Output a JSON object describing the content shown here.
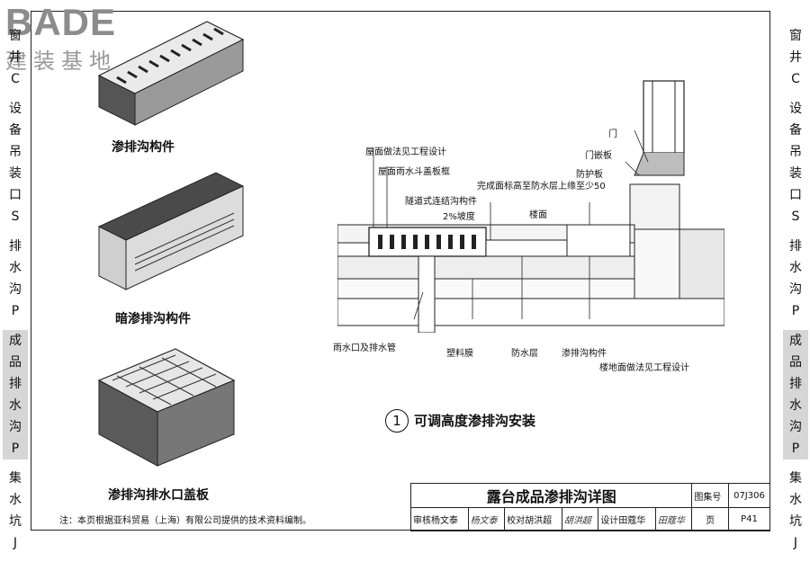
{
  "logo": {
    "brand": "BADE",
    "brand_cn": "建装基地"
  },
  "left_tabs": [
    {
      "chars": [
        "窗",
        "井",
        "C"
      ],
      "active": false
    },
    {
      "chars": [
        "设",
        "备",
        "吊",
        "装",
        "口",
        "S"
      ],
      "active": false
    },
    {
      "chars": [
        "排",
        "水",
        "沟",
        "P"
      ],
      "active": false
    },
    {
      "chars": [
        "成",
        "品",
        "排",
        "水",
        "沟",
        "P"
      ],
      "active": true
    },
    {
      "chars": [
        "集",
        "水",
        "坑",
        "J"
      ],
      "active": false
    }
  ],
  "right_tabs": [
    {
      "chars": [
        "窗",
        "井",
        "C"
      ],
      "active": false
    },
    {
      "chars": [
        "设",
        "备",
        "吊",
        "装",
        "口",
        "S"
      ],
      "active": false
    },
    {
      "chars": [
        "排",
        "水",
        "沟",
        "P"
      ],
      "active": false
    },
    {
      "chars": [
        "成",
        "品",
        "排",
        "水",
        "沟",
        "P"
      ],
      "active": true
    },
    {
      "chars": [
        "集",
        "水",
        "坑",
        "J"
      ],
      "active": false
    }
  ],
  "components": {
    "seepage_channel": "渗排沟构件",
    "concealed_channel": "暗渗排沟构件",
    "outlet_cover": "渗排沟排水口盖板"
  },
  "callouts": {
    "roof_method": "屋面做法见工程设计",
    "roof_drain_frame": "屋面雨水斗盖板框",
    "finish_level": "完成面标高至防水层上缘至少50",
    "tunnel_connector": "隧道式连结沟构件",
    "slope": "2%坡度",
    "floor": "楼面",
    "door": "门",
    "door_insert": "门嵌板",
    "guard_plate": "防护板",
    "drain_pipe": "雨水口及排水管",
    "plastic_film": "塑料膜",
    "waterproof": "防水层",
    "seepage_part": "渗排沟构件",
    "floor_method": "楼地面做法见工程设计"
  },
  "detail": {
    "number": "1",
    "title": "可调高度渗排沟安装"
  },
  "note": "注：本页根据亚科贸易（上海）有限公司提供的技术资料编制。",
  "title_block": {
    "drawing_title": "露台成品渗排沟详图",
    "atlas_label": "图集号",
    "atlas_no": "07J306",
    "review_label": "审核",
    "reviewer": "杨文泰",
    "reviewer_sig": "杨文泰",
    "check_label": "校对",
    "checker": "胡洪超",
    "checker_sig": "胡洪超",
    "design_label": "设计",
    "designer": "田蔻华",
    "designer_sig": "田蔻华",
    "page_label": "页",
    "page_no": "P41"
  }
}
